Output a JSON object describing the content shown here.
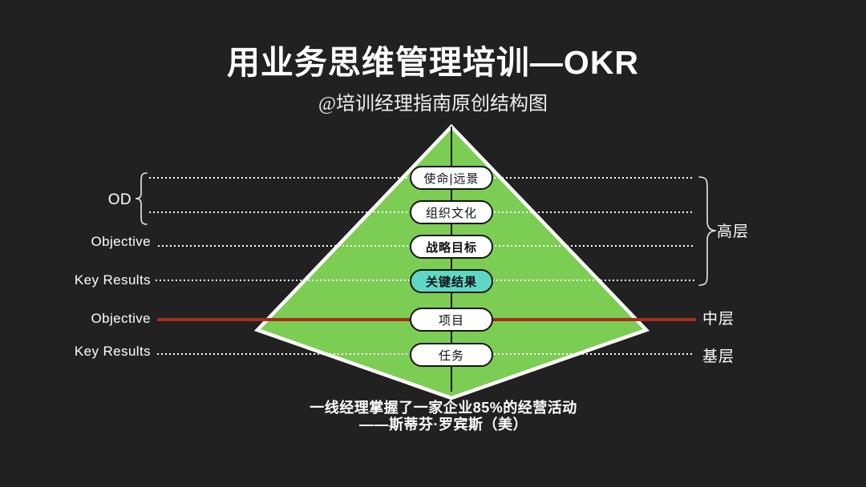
{
  "slide": {
    "title": "用业务思维管理培训—OKR",
    "subtitle": "@培训经理指南原创结构图"
  },
  "diagram": {
    "pills": [
      {
        "label": "使命|远景"
      },
      {
        "label": "组织文化"
      },
      {
        "label": "战略目标"
      },
      {
        "label": "关键结果"
      },
      {
        "label": "项目"
      },
      {
        "label": "任务"
      }
    ],
    "left_labels": {
      "od": "OD",
      "objective_top": "Objective",
      "key_results_top": "Key Results",
      "objective_mid": "Objective",
      "key_results_bottom": "Key Results"
    },
    "right_labels": {
      "top": "高层",
      "middle": "中层",
      "base": "基层"
    },
    "colors": {
      "background": "#212121",
      "green": "#7ccd53",
      "teal": "#5fd7c6",
      "red": "#a52e1b",
      "white": "#ffffff"
    }
  },
  "footer": {
    "quote": "一线经理掌握了一家企业85%的经营活动",
    "attribution": "——斯蒂芬·罗宾斯（美）"
  }
}
